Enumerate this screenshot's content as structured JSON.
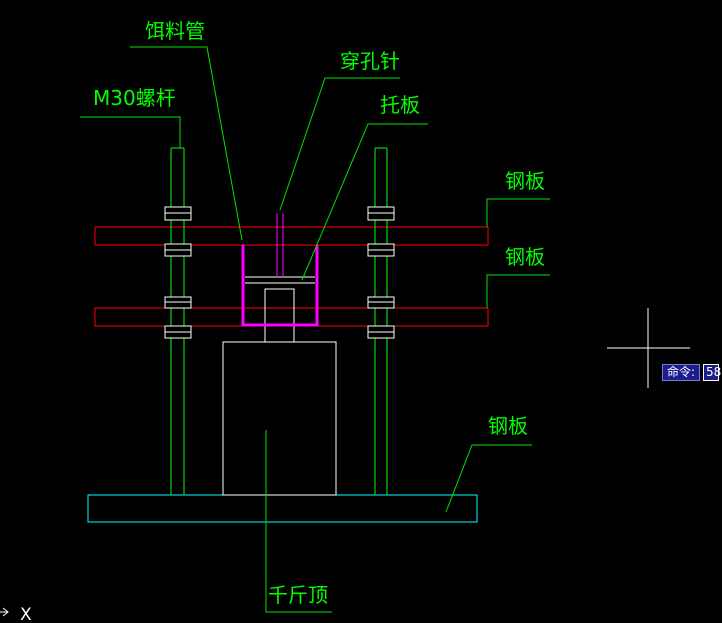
{
  "labels": {
    "feed_pipe": "饵料管",
    "piercing_needle": "穿孔针",
    "m30_bolt": "M30螺杆",
    "support_plate": "托板",
    "steel_plate_1": "钢板",
    "steel_plate_2": "钢板",
    "steel_plate_3": "钢板",
    "jack": "千斤顶"
  },
  "command": {
    "label": "命令:",
    "value": "58"
  },
  "ucs": {
    "x_label": "X"
  },
  "colors": {
    "background": "#000000",
    "label_text": "#00ff00",
    "leader": "#00e000",
    "rod": "#00ff00",
    "plate": "#ff0000",
    "pipe": "#ff00ff",
    "base": "#00ffff",
    "white": "#ffffff"
  }
}
